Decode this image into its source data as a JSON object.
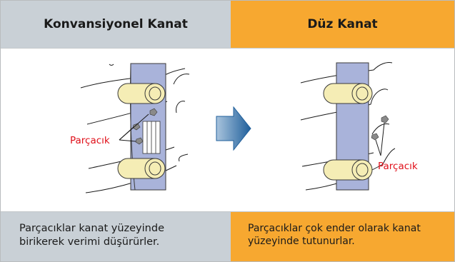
{
  "headers": {
    "left": "Konvansiyonel Kanat",
    "right": "Düz Kanat"
  },
  "illustrations": {
    "left": {
      "label": "Parçacık"
    },
    "right": {
      "label": "Parçacık"
    }
  },
  "footers": {
    "left": [
      "Parçacıklar kanat yüzeyinde",
      "birikerek verimi düşürürler."
    ],
    "right": [
      "Parçacıklar çok ender olarak kanat",
      "yüzeyinde tutunurlar."
    ]
  },
  "colors": {
    "gray_panel": "#c9d0d6",
    "orange_panel": "#f7a830",
    "fin": "#a9b3da",
    "tube": "#f5edb5",
    "arrow": "#2d6ea6",
    "label": "#e0101a"
  },
  "icons": {
    "transition": "right-arrow-icon"
  }
}
